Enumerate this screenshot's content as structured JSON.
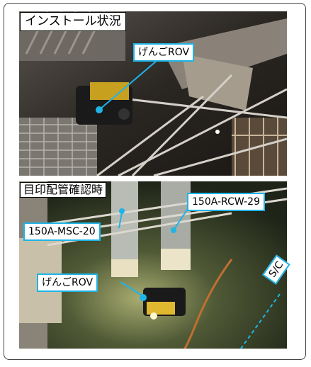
{
  "top_panel": {
    "title": "インストール状況",
    "rov_label": "げんごROV"
  },
  "bottom_panel": {
    "title": "目印配管確認時",
    "pipe_rcw_label": "150A-RCW-29",
    "pipe_msc_label": "150A-MSC-20",
    "rov_label": "げんごROV",
    "sc_label": "S/C"
  },
  "colors": {
    "callout": "#1fb4e6",
    "frame_border": "#444444"
  }
}
